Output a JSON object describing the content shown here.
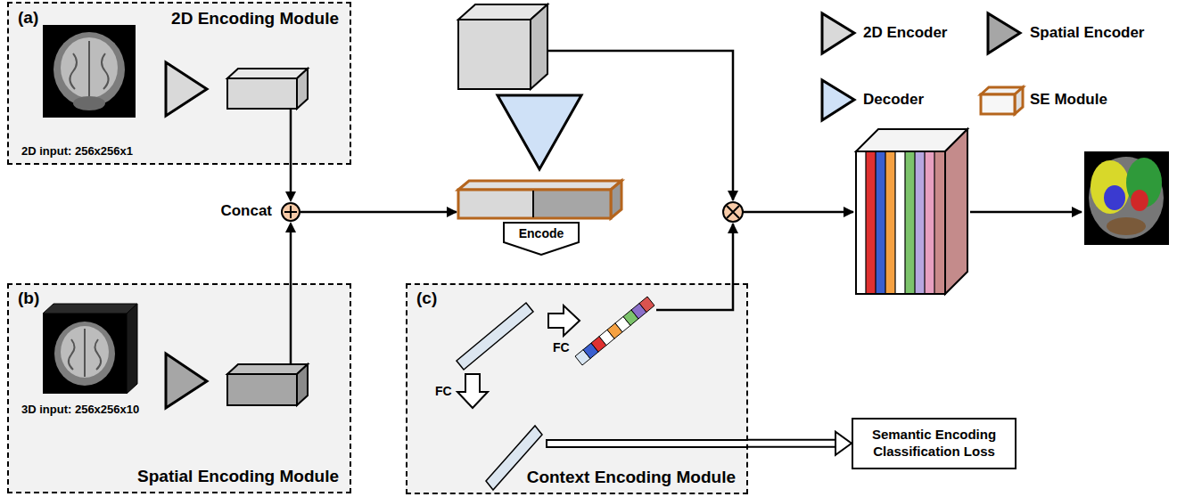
{
  "diagram": {
    "nodes": [
      {
        "text": [
          "(a)",
          "2D Encoding Module",
          "2D input: 256x256x1"
        ]
      },
      {
        "text": [
          "(b)",
          "3D input: 256x256x10",
          "Spatial Encoding Module"
        ]
      },
      {
        "text": [
          "Concat"
        ]
      },
      {
        "text": [
          "Encode"
        ]
      },
      {
        "text": [
          "(c)",
          "Context Encoding Module"
        ]
      },
      {
        "text": [
          "Semantic Encoding Classification Loss"
        ]
      }
    ],
    "edges": [
      {
        "from": 0,
        "to": 2,
        "arrow": "to"
      },
      {
        "from": 1,
        "to": 2,
        "arrow": "to"
      },
      {
        "from": 4,
        "to": 5,
        "arrow": "to"
      }
    ],
    "labels": [
      "FC",
      "FC"
    ],
    "legend": [
      {
        "text": "2D Encoder"
      },
      {
        "text": "Spatial Encoder"
      },
      {
        "text": "Decoder"
      },
      {
        "text": "SE Module"
      }
    ]
  }
}
